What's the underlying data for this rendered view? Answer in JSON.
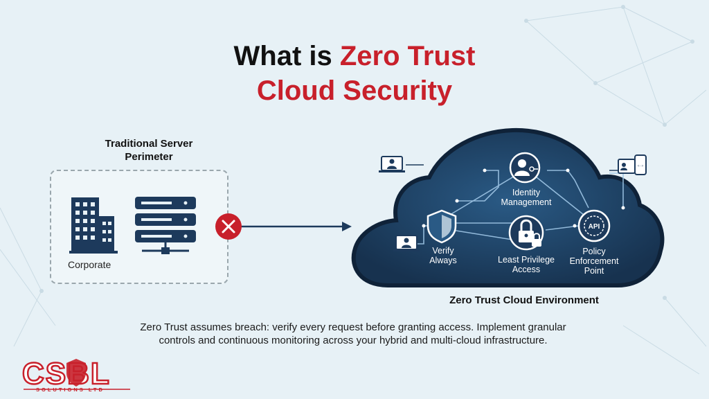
{
  "title": {
    "part1": "What is ",
    "part2": "Zero Trust",
    "part3": "Cloud Security"
  },
  "traditional": {
    "title": "Traditional Server Perimeter",
    "corporate_label": "Corporate"
  },
  "cloud": {
    "environment_label": "Zero Trust Cloud Environment",
    "nodes": {
      "identity": "Identity Management",
      "verify": "Verify Always",
      "least_privilege": "Least Privilege Access",
      "policy": "Policy Enforcement Point"
    },
    "api_badge": "API"
  },
  "description": "Zero Trust assumes breach: verify every request before granting access. Implement granular controls and continuous monitoring across your hybrid and multi-cloud infrastructure.",
  "logo": {
    "text": "CSBL",
    "subtitle": "SOLUTIONS LTD"
  },
  "colors": {
    "accent_red": "#c8202b",
    "cloud_navy": "#1d3a5c",
    "cloud_fill": "#1e4266",
    "background": "#e7f1f6"
  }
}
